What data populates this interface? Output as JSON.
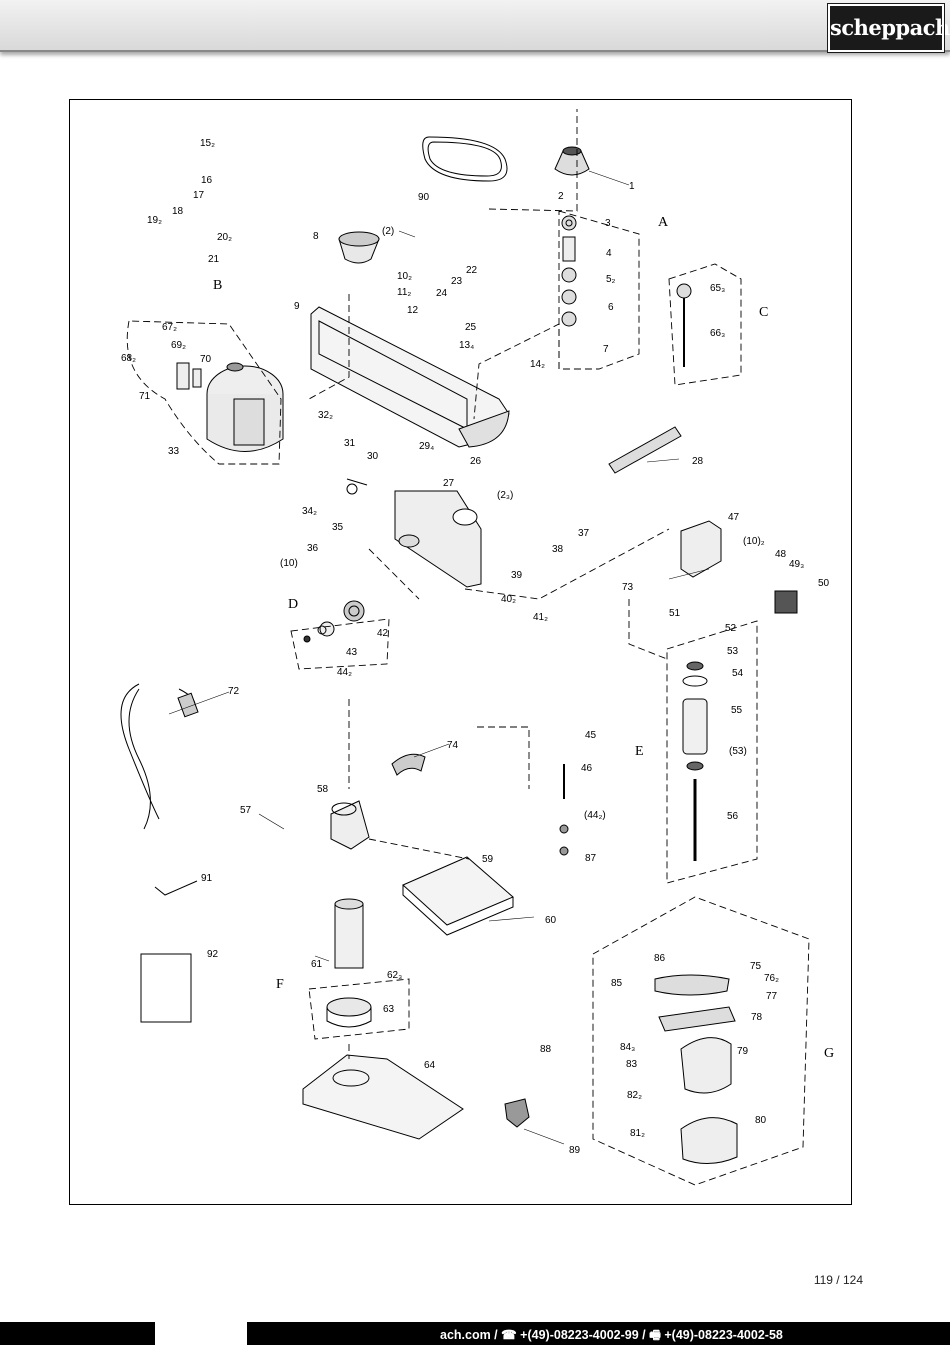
{
  "brand": {
    "logo_text": "scheppach"
  },
  "page": {
    "number": "119 / 124"
  },
  "footer": {
    "contact": "ach.com / ☎ +(49)-08223-4002-99 / 🖷 +(49)-08223-4002-58"
  },
  "diagram": {
    "group_labels": [
      "A",
      "B",
      "C",
      "D",
      "E",
      "F",
      "G"
    ],
    "part_labels": [
      "1",
      "2",
      "3",
      "4",
      "5₂",
      "6",
      "7",
      "8",
      "(2)",
      "9",
      "10₂",
      "11₂",
      "12",
      "13₄",
      "14₂",
      "15₂",
      "16",
      "17",
      "18",
      "19₂",
      "20₂",
      "21",
      "22",
      "23",
      "24",
      "25",
      "26",
      "27",
      "28",
      "29₄",
      "30",
      "31",
      "32₂",
      "33",
      "34₂",
      "35",
      "36",
      "(10)",
      "37",
      "38",
      "39",
      "40₂",
      "41₂",
      "42",
      "43",
      "44₂",
      "45",
      "46",
      "(44₂)",
      "87",
      "47",
      "(10)₂",
      "48",
      "49₃",
      "50",
      "51",
      "52",
      "53",
      "54",
      "55",
      "(53)",
      "56",
      "57",
      "58",
      "59",
      "60",
      "61",
      "62₃",
      "63",
      "64",
      "65₃",
      "66₃",
      "67₂",
      "68₂",
      "69₂",
      "70",
      "71",
      "72",
      "73",
      "74",
      "75",
      "76₂",
      "77",
      "78",
      "79",
      "80",
      "81₂",
      "82₂",
      "83",
      "84₃",
      "85",
      "86",
      "88",
      "89",
      "90",
      "91",
      "92",
      "(2₃)"
    ]
  },
  "colors": {
    "header_bg": "#dcdcdc",
    "logo_bg": "#1a1a1a",
    "footer_bg": "#000000"
  }
}
